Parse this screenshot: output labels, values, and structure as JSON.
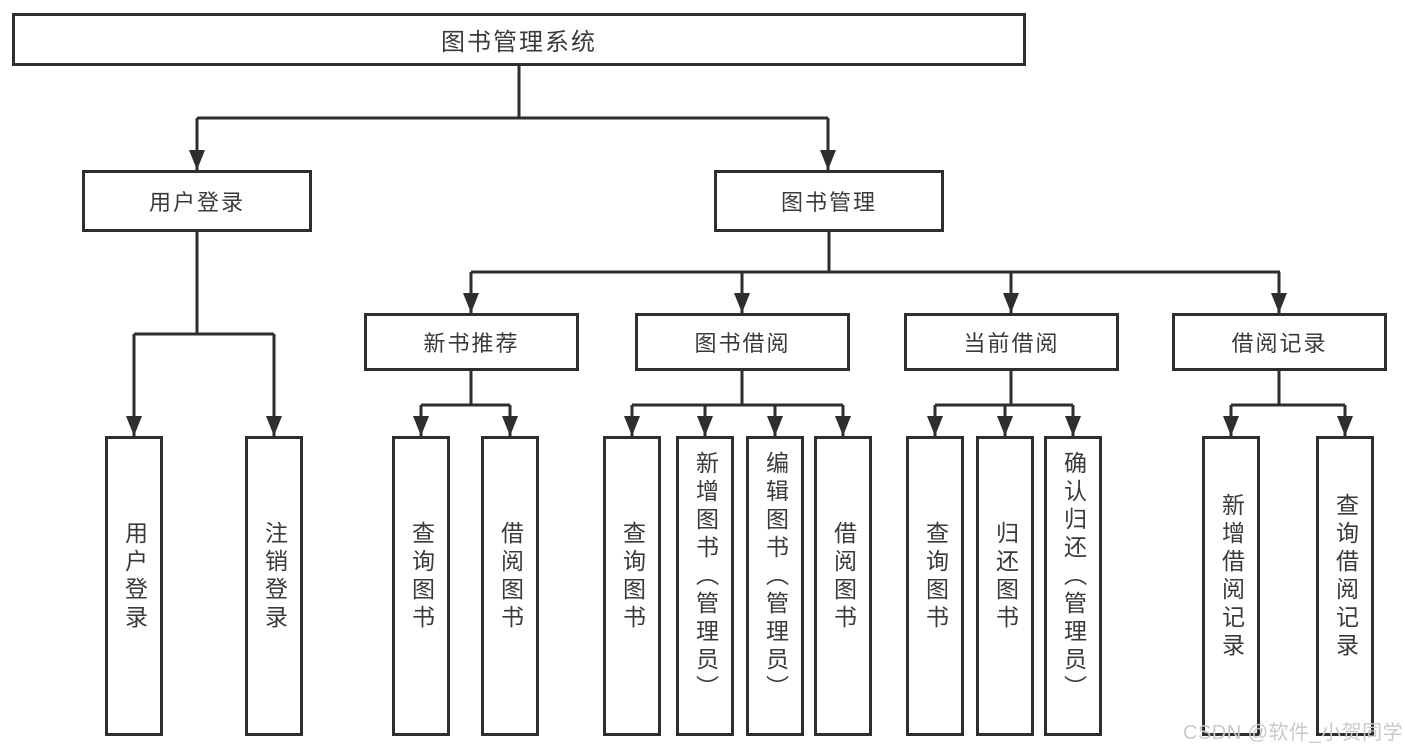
{
  "diagram": {
    "type": "hierarchy-diagram",
    "title": "图书管理系统",
    "watermark": "CSDN @软件_小贺同学",
    "colors": {
      "line": "#2e2e2e",
      "box_border": "#2e2e2e",
      "box_fill": "#ffffff",
      "text": "#3a3a3a",
      "watermark": "#c9c9c9"
    },
    "nodes": {
      "root": {
        "label": "图书管理系统"
      },
      "user_login": {
        "label": "用户登录"
      },
      "book_mgmt": {
        "label": "图书管理"
      },
      "leaf_user_login": {
        "label": "用户登录"
      },
      "leaf_logout_login": {
        "label": "注销登录"
      },
      "new_book_rec": {
        "label": "新书推荐"
      },
      "book_borrow": {
        "label": "图书借阅"
      },
      "current_borrow": {
        "label": "当前借阅"
      },
      "borrow_record": {
        "label": "借阅记录"
      },
      "rec_query_books": {
        "label": "查询图书"
      },
      "rec_borrow_books": {
        "label": "借阅图书"
      },
      "bb_query_books": {
        "label": "查询图书"
      },
      "bb_add_books_admin": {
        "label": "新增图书（管理员）"
      },
      "bb_edit_books_admin": {
        "label": "编辑图书（管理员）"
      },
      "bb_borrow_books": {
        "label": "借阅图书"
      },
      "cb_query_books": {
        "label": "查询图书"
      },
      "cb_return_books": {
        "label": "归还图书"
      },
      "cb_confirm_return_admin": {
        "label": "确认归还（管理员）"
      },
      "br_add_record": {
        "label": "新增借阅记录"
      },
      "br_query_record": {
        "label": "查询借阅记录"
      }
    },
    "edges": [
      {
        "from": "root",
        "to": "user_login"
      },
      {
        "from": "root",
        "to": "book_mgmt"
      },
      {
        "from": "user_login",
        "to": "leaf_user_login"
      },
      {
        "from": "user_login",
        "to": "leaf_logout_login"
      },
      {
        "from": "book_mgmt",
        "to": "new_book_rec"
      },
      {
        "from": "book_mgmt",
        "to": "book_borrow"
      },
      {
        "from": "book_mgmt",
        "to": "current_borrow"
      },
      {
        "from": "book_mgmt",
        "to": "borrow_record"
      },
      {
        "from": "new_book_rec",
        "to": "rec_query_books"
      },
      {
        "from": "new_book_rec",
        "to": "rec_borrow_books"
      },
      {
        "from": "book_borrow",
        "to": "bb_query_books"
      },
      {
        "from": "book_borrow",
        "to": "bb_add_books_admin"
      },
      {
        "from": "book_borrow",
        "to": "bb_edit_books_admin"
      },
      {
        "from": "book_borrow",
        "to": "bb_borrow_books"
      },
      {
        "from": "current_borrow",
        "to": "cb_query_books"
      },
      {
        "from": "current_borrow",
        "to": "cb_return_books"
      },
      {
        "from": "current_borrow",
        "to": "cb_confirm_return_admin"
      },
      {
        "from": "borrow_record",
        "to": "br_add_record"
      },
      {
        "from": "borrow_record",
        "to": "br_query_record"
      }
    ]
  }
}
